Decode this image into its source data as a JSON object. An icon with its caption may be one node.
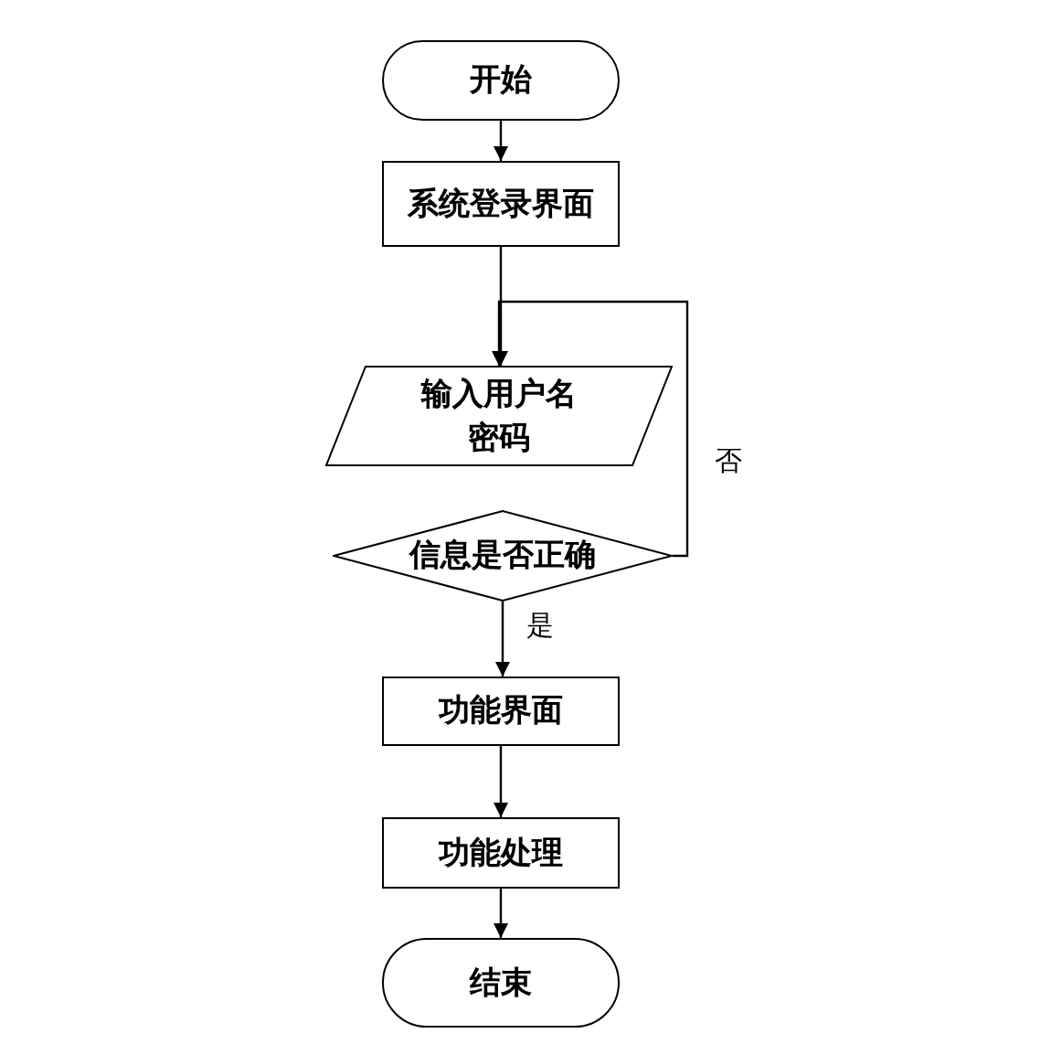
{
  "diagram": {
    "nodes": [
      {
        "text": [
          "开始"
        ]
      },
      {
        "text": [
          "系统登录界面"
        ]
      },
      {
        "text": [
          "输入用户名密码"
        ]
      },
      {
        "text": [
          "信息是否正确"
        ]
      },
      {
        "text": [
          "功能界面"
        ]
      },
      {
        "text": [
          "功能处理"
        ]
      },
      {
        "text": [
          "结束"
        ]
      }
    ],
    "edges": [
      {
        "from": 0,
        "to": 1,
        "arrow": "to"
      },
      {
        "from": 1,
        "to": 2,
        "arrow": "to"
      },
      {
        "from": 3,
        "to": 2,
        "arrow": "to",
        "label": "否"
      },
      {
        "from": 3,
        "to": 4,
        "arrow": "to",
        "label": "是"
      },
      {
        "from": 4,
        "to": 5,
        "arrow": "to"
      },
      {
        "from": 5,
        "to": 6,
        "arrow": "to"
      }
    ]
  }
}
